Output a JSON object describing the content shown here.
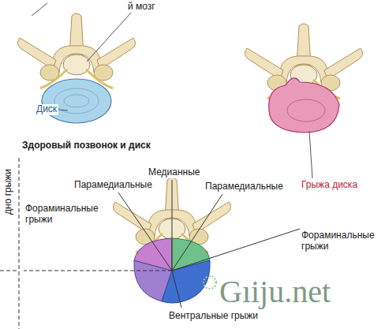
{
  "diagram": {
    "labels": [
      "й мозг",
      "Диск",
      "Здоровый позвонок и диск",
      "Медианные",
      "Парамедиальные",
      "Парамедиальные",
      "Грыжа диска",
      "дно грыжи",
      "Фораминальные грыжи",
      "Фораминальные грыжи",
      "Вентральные грыжи",
      "Gıiju.net"
    ]
  }
}
